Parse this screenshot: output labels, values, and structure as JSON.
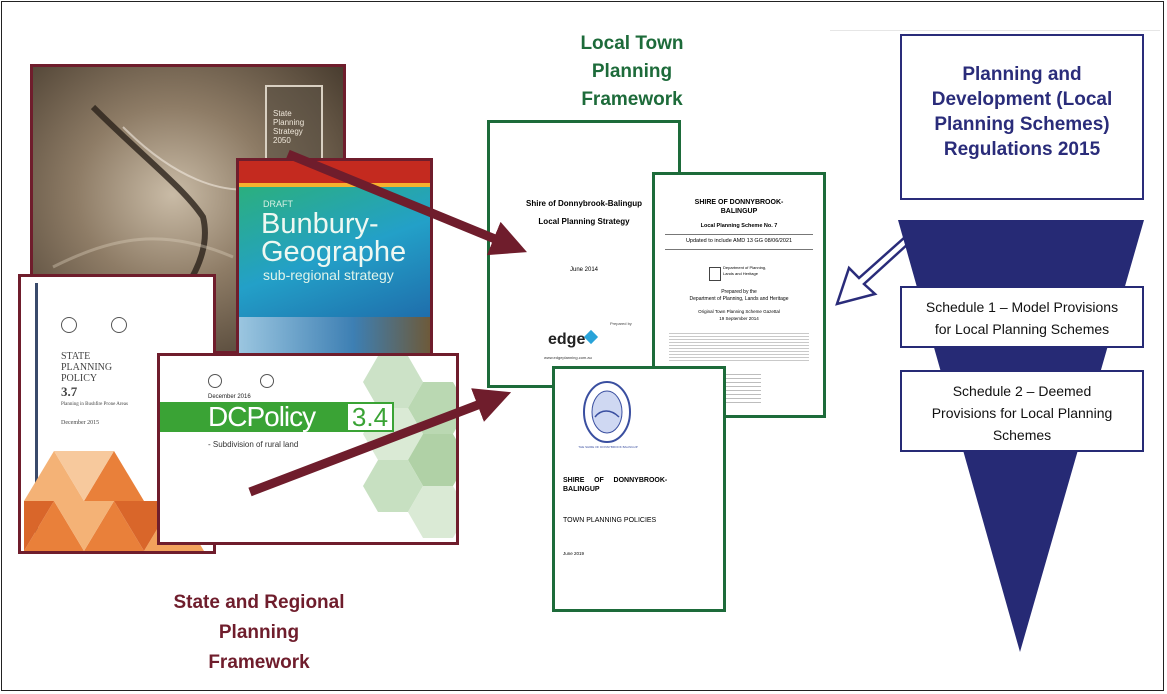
{
  "local_framework": {
    "title_lines": [
      "Local Town",
      "Planning",
      "Framework"
    ]
  },
  "state_framework": {
    "title_lines": [
      "State and Regional",
      "Planning",
      "Framework"
    ]
  },
  "regulations": {
    "title_lines": [
      "Planning and",
      "Development (Local",
      "Planning Schemes)",
      "Regulations 2015"
    ],
    "schedule1": [
      "Schedule 1 – Model Provisions",
      "for Local Planning Schemes"
    ],
    "schedule2": [
      "Schedule 2 – Deemed",
      "Provisions for Local Planning",
      "Schemes"
    ]
  },
  "docs": {
    "strategy2050": {
      "lines": [
        "State",
        "Planning",
        "Strategy",
        "2050"
      ]
    },
    "bunbury": {
      "draft": "DRAFT",
      "title1": "Bunbury-",
      "title2": "Geographe",
      "subtitle": "sub-regional strategy"
    },
    "spp": {
      "lines": [
        "STATE",
        "PLANNING",
        "POLICY"
      ],
      "number": "3.7",
      "sub": "Planning in Bushfire Prone Areas",
      "date": "December 2015"
    },
    "dc": {
      "date": "December 2016",
      "word": "DCPolicy",
      "number": "3.4",
      "sub": "- Subdivision of rural land"
    },
    "strategy": {
      "title1": "Shire of Donnybrook-Balingup",
      "title2": "Local Planning Strategy",
      "date": "June 2014",
      "prepared": "Prepared by",
      "logo": "edge",
      "url": "www.edgeplanning.com.au"
    },
    "scheme": {
      "title1": "SHIRE OF DONNYBROOK-",
      "title2": "BALINGUP",
      "sub": "Local Planning Scheme No. 7",
      "update": "Updated to include AMD 13 GG 08/06/2021",
      "dept1": "Department of Planning,",
      "dept2": "Lands and Heritage",
      "prep1": "Prepared by the",
      "prep2": "Department of Planning, Lands and Heritage",
      "gaz1": "Original Town Planning Scheme Gazettal",
      "gaz2": "19 September 2014"
    },
    "policies": {
      "seal": "THE SHIRE OF DONNYBROOK BALINGUP",
      "title1": "SHIRE     OF     DONNYBROOK-",
      "title2": "BALINGUP",
      "sub": "TOWN PLANNING POLICIES",
      "date": "June 2019"
    }
  },
  "colors": {
    "green": "#1d6b3a",
    "maroon": "#6f1d2c",
    "navy": "#2a2c7a",
    "arrow": "#6f1d2c"
  }
}
